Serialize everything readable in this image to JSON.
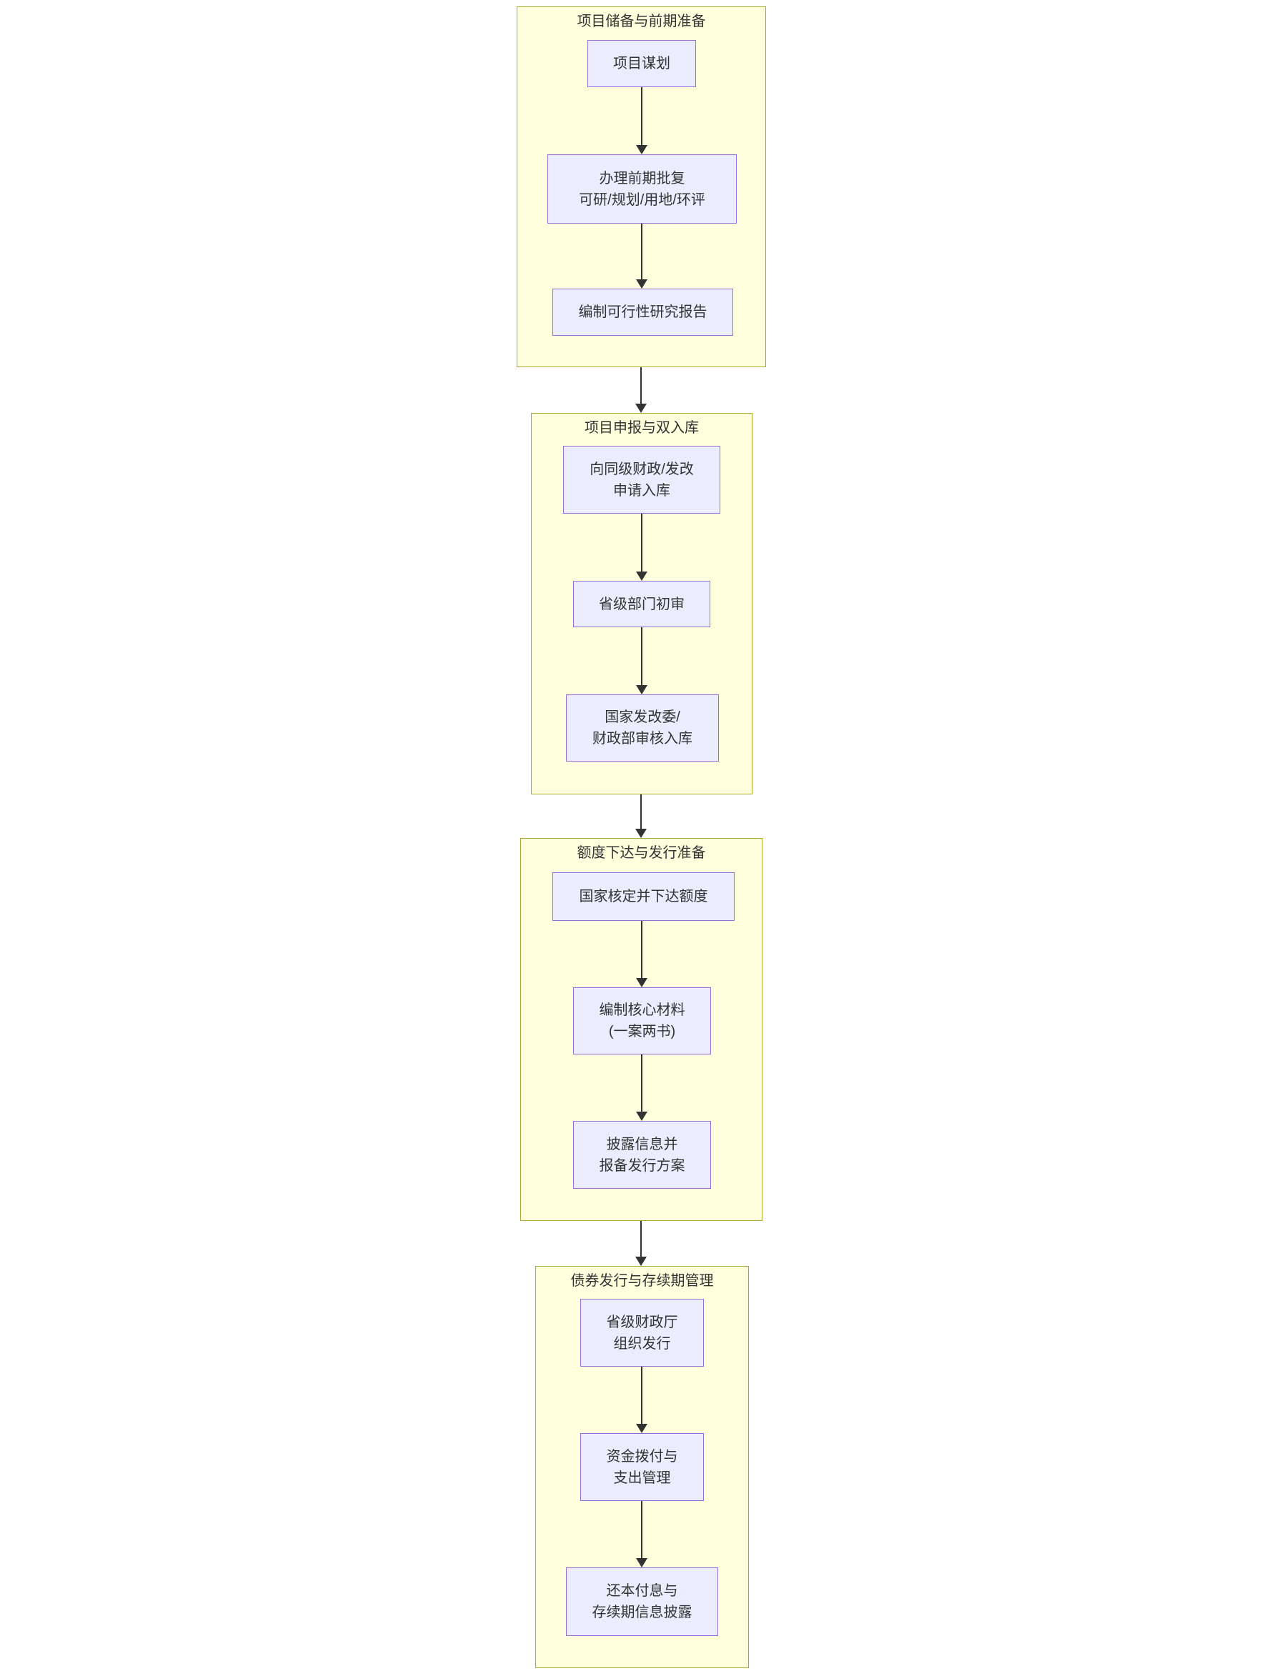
{
  "diagram": {
    "type": "flowchart-top-down",
    "colors": {
      "canvas_background": "#ffffff",
      "group_fill": "#ffffde",
      "group_border": "#aaaa33",
      "node_fill": "#ececff",
      "node_border": "#9370db",
      "text": "#333333",
      "arrow": "#333333"
    },
    "groups": [
      {
        "title": "项目储备与前期准备",
        "nodes": [
          {
            "lines": [
              "项目谋划"
            ]
          },
          {
            "lines": [
              "办理前期批复",
              "可研/规划/用地/环评"
            ]
          },
          {
            "lines": [
              "编制可行性研究报告"
            ]
          }
        ]
      },
      {
        "title": "项目申报与双入库",
        "nodes": [
          {
            "lines": [
              "向同级财政/发改",
              "申请入库"
            ]
          },
          {
            "lines": [
              "省级部门初审"
            ]
          },
          {
            "lines": [
              "国家发改委/",
              "财政部审核入库"
            ]
          }
        ]
      },
      {
        "title": "额度下达与发行准备",
        "nodes": [
          {
            "lines": [
              "国家核定并下达额度"
            ]
          },
          {
            "lines": [
              "编制核心材料",
              "(一案两书)"
            ]
          },
          {
            "lines": [
              "披露信息并",
              "报备发行方案"
            ]
          }
        ]
      },
      {
        "title": "债券发行与存续期管理",
        "nodes": [
          {
            "lines": [
              "省级财政厅",
              "组织发行"
            ]
          },
          {
            "lines": [
              "资金拨付与",
              "支出管理"
            ]
          },
          {
            "lines": [
              "还本付息与",
              "存续期信息披露"
            ]
          }
        ]
      }
    ]
  }
}
